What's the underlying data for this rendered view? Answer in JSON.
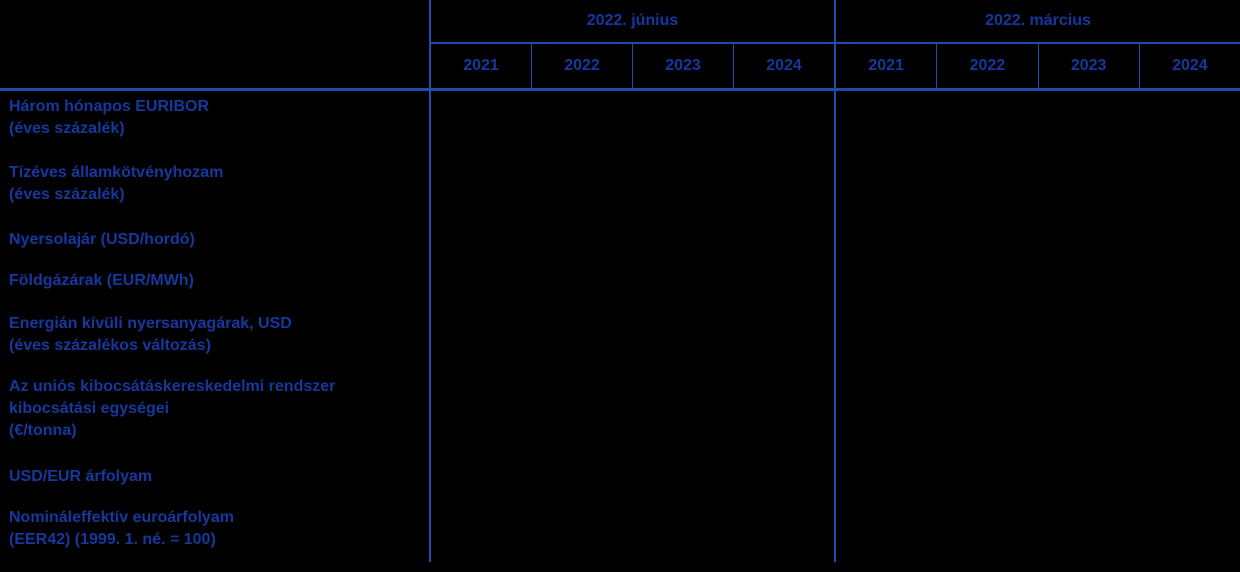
{
  "colors": {
    "background": "#000000",
    "table_border": "#1D4DAC",
    "text": "#16389E"
  },
  "header": {
    "groups": [
      {
        "title": "2022. június",
        "years": [
          "2021",
          "2022",
          "2023",
          "2024"
        ]
      },
      {
        "title": "2022. március",
        "years": [
          "2021",
          "2022",
          "2023",
          "2024"
        ]
      }
    ]
  },
  "rows": [
    {
      "lines": [
        "Három hónapos EURIBOR",
        "(éves százalék)"
      ]
    },
    {
      "lines": [
        "Tízéves államkötvényhozam",
        "(éves százalék)"
      ]
    },
    {
      "lines": [
        "Nyersolajár (USD/hordó)"
      ]
    },
    {
      "lines": [
        "Földgázárak (EUR/MWh)"
      ]
    },
    {
      "lines": [
        "Energián kívüli nyersanyagárak, USD",
        "(éves százalékos változás)"
      ]
    },
    {
      "lines": [
        "Az uniós kibocsátáskereskedelmi rendszer",
        "kibocsátási egységei",
        "(€/tonna)"
      ]
    },
    {
      "lines": [
        "USD/EUR árfolyam"
      ]
    },
    {
      "lines": [
        "Nomináleffektív euroárfolyam",
        "(EER42) (1999. 1. né. = 100)"
      ]
    }
  ]
}
